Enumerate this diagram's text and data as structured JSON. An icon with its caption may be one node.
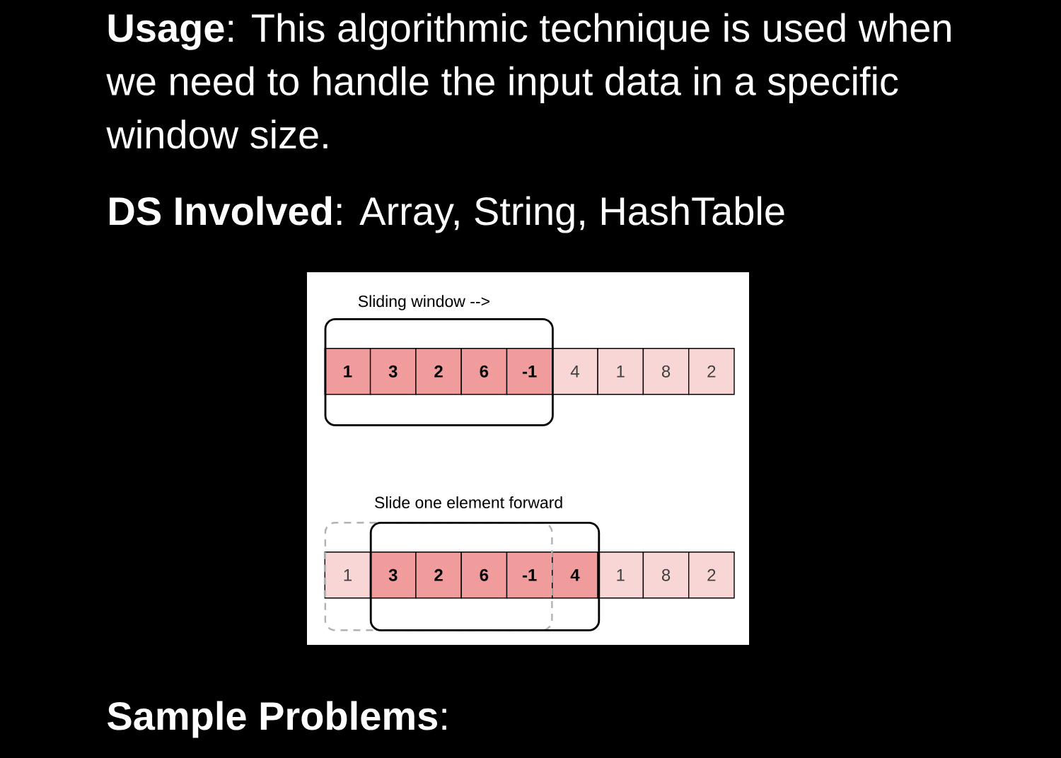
{
  "diagram": {
    "nodes": [
      {
        "text": [],
        "shape": "box"
      },
      {
        "text": [
          "1"
        ],
        "in": 0
      },
      {
        "text": [
          "3"
        ],
        "in": 0
      },
      {
        "text": [
          "2"
        ],
        "in": 0
      },
      {
        "text": [
          "6"
        ],
        "in": 0
      },
      {
        "text": [
          "-1"
        ],
        "in": 0
      },
      {
        "text": [
          "4"
        ]
      },
      {
        "text": [
          "1"
        ]
      },
      {
        "text": [
          "8"
        ]
      },
      {
        "text": [
          "2"
        ]
      },
      {
        "text": [],
        "shape": "box"
      },
      {
        "text": [],
        "shape": "box"
      },
      {
        "text": [
          "1"
        ],
        "in": 10
      },
      {
        "text": [
          "3"
        ]
      },
      {
        "text": [
          "2"
        ]
      },
      {
        "text": [
          "6"
        ]
      },
      {
        "text": [
          "-1"
        ]
      },
      {
        "text": [
          "4"
        ],
        "in": 11
      },
      {
        "text": [
          "1"
        ]
      },
      {
        "text": [
          "8"
        ]
      },
      {
        "text": [
          "2"
        ]
      }
    ],
    "labels": [
      "**Usage**: This algorithmic technique is used when we need to handle the input data in a specific window size.",
      "**DS Involved**: Array, String, HashTable",
      "Sliding window -->",
      "Slide one element forward",
      "**Sample Problems**:"
    ]
  }
}
